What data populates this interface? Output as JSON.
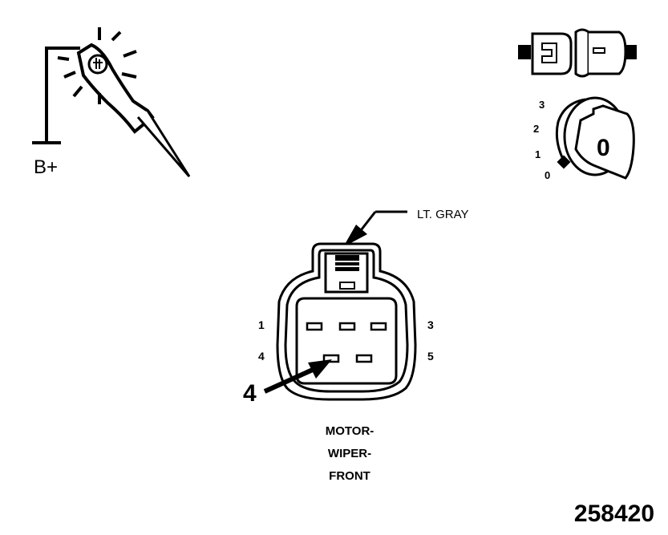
{
  "test_lamp": {
    "supply_label": "B+"
  },
  "ignition_switch": {
    "positions": [
      "3",
      "2",
      "1",
      "0"
    ],
    "key_position": "0"
  },
  "connector": {
    "wire_color_label": "LT. GRAY",
    "pins_top": [
      "1",
      "3"
    ],
    "pins_bottom": [
      "4",
      "5"
    ],
    "callout_number": "4",
    "name_lines": [
      "MOTOR-",
      "WIPER-",
      "FRONT"
    ]
  },
  "figure_number": "258420",
  "colors": {
    "ink": "#000000",
    "paper": "#ffffff"
  }
}
